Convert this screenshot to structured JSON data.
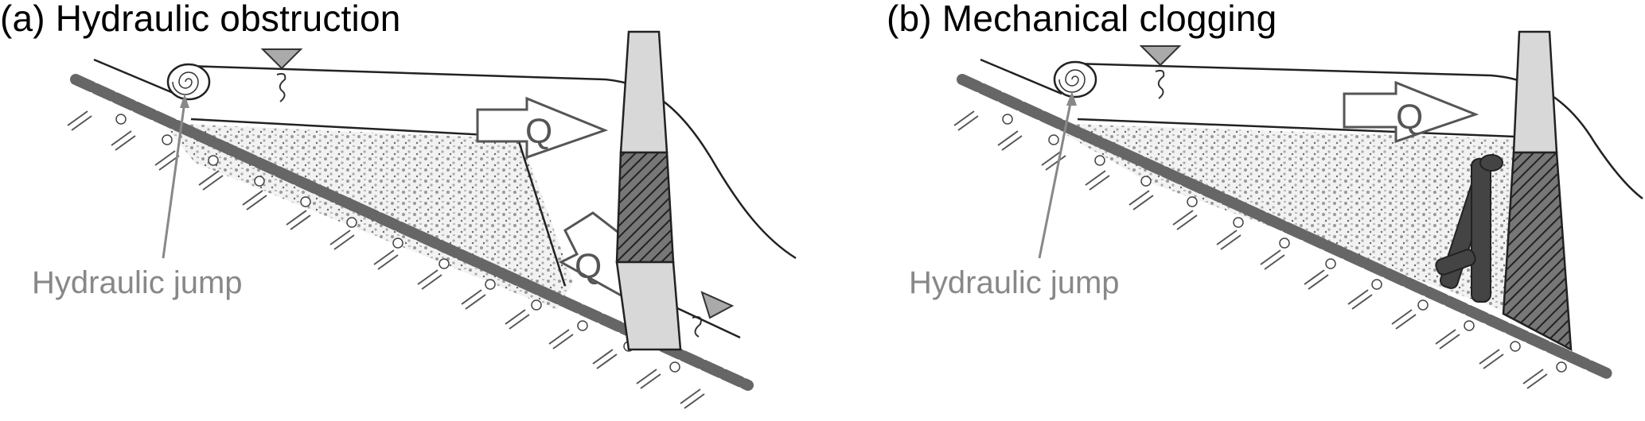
{
  "panels": [
    {
      "id": "a",
      "title": "(a) Hydraulic obstruction",
      "jump_label": "Hydraulic jump",
      "flow_label": "Q"
    },
    {
      "id": "b",
      "title": "(b) Mechanical clogging",
      "jump_label": "Hydraulic jump",
      "flow_label": "Q"
    }
  ],
  "colors": {
    "line": "#222222",
    "label_gray": "#888888",
    "dam_fill": "#d8d8d8",
    "arrow_gray": "#555555"
  }
}
